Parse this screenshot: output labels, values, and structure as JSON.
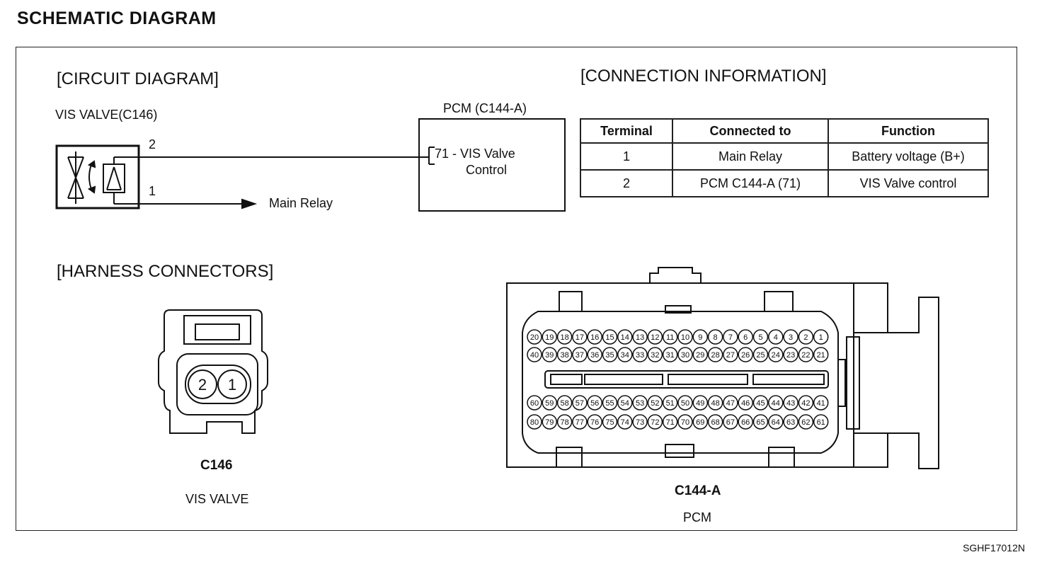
{
  "title": "SCHEMATIC DIAGRAM",
  "circuit": {
    "heading": "[CIRCUIT DIAGRAM]",
    "valve_label": "VIS VALVE(C146)",
    "pin_top": "2",
    "pin_bottom": "1",
    "relay_label": "Main Relay",
    "pcm_label": "PCM (C144-A)",
    "pcm_pin_line1": "71 - VIS Valve",
    "pcm_pin_line2": "Control"
  },
  "connection": {
    "heading": "[CONNECTION INFORMATION]",
    "columns": [
      "Terminal",
      "Connected to",
      "Function"
    ],
    "rows": [
      [
        "1",
        "Main Relay",
        "Battery voltage (B+)"
      ],
      [
        "2",
        "PCM C144-A (71)",
        "VIS Valve control"
      ]
    ]
  },
  "harness": {
    "heading": "[HARNESS CONNECTORS]",
    "c146": {
      "pins": [
        "2",
        "1"
      ],
      "id": "C146",
      "name": "VIS VALVE"
    },
    "c144a": {
      "id": "C144-A",
      "name": "PCM",
      "row1": [
        "20",
        "19",
        "18",
        "17",
        "16",
        "15",
        "14",
        "13",
        "12",
        "11",
        "10",
        "9",
        "8",
        "7",
        "6",
        "5",
        "4",
        "3",
        "2",
        "1"
      ],
      "row2": [
        "40",
        "39",
        "38",
        "37",
        "36",
        "35",
        "34",
        "33",
        "32",
        "31",
        "30",
        "29",
        "28",
        "27",
        "26",
        "25",
        "24",
        "23",
        "22",
        "21"
      ],
      "row3": [
        "60",
        "59",
        "58",
        "57",
        "56",
        "55",
        "54",
        "53",
        "52",
        "51",
        "50",
        "49",
        "48",
        "47",
        "46",
        "45",
        "44",
        "43",
        "42",
        "41"
      ],
      "row4": [
        "80",
        "79",
        "78",
        "77",
        "76",
        "75",
        "74",
        "73",
        "72",
        "71",
        "70",
        "69",
        "68",
        "67",
        "66",
        "65",
        "64",
        "63",
        "62",
        "61"
      ]
    }
  },
  "figure_code": "SGHF17012N"
}
